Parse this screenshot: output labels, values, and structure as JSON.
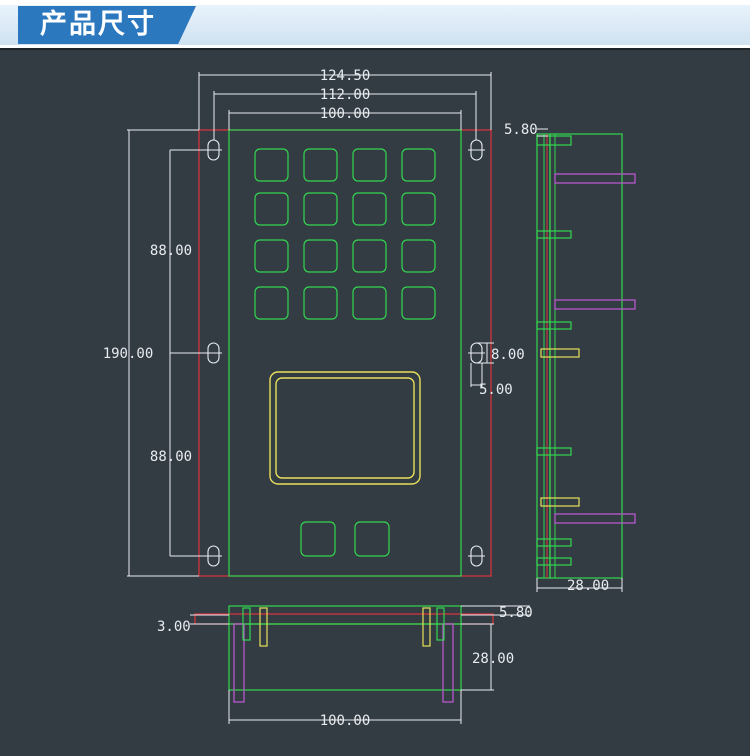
{
  "header": {
    "title": "产品尺寸"
  },
  "dims": {
    "width_outer": "124.50",
    "width_mid": "112.00",
    "width_inner": "100.00",
    "height_total": "190.00",
    "hole_spacing_top": "88.00",
    "hole_spacing_bottom": "88.00",
    "slot_length": "8.00",
    "slot_width": "5.00",
    "side_top_offset": "5.80",
    "side_depth": "28.00",
    "bottom_plate": "3.00",
    "bottom_top_offset": "5.80",
    "bottom_depth": "28.00",
    "bottom_width": "100.00"
  },
  "colors": {
    "outline": "#33d64f",
    "mounting": "#e0343c",
    "display": "#e8df5a",
    "connector": "#c25ad6",
    "dimension": "#e8ecef",
    "background": "#333b43",
    "badge": "#2c78bf"
  }
}
